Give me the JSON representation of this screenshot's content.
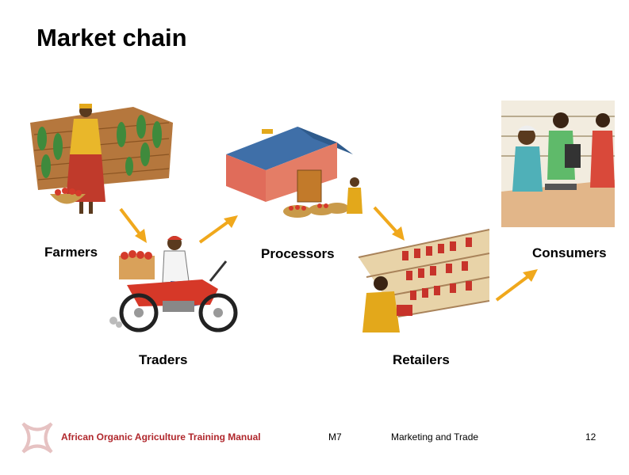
{
  "title": "Market chain",
  "stages": [
    {
      "label": "Farmers"
    },
    {
      "label": "Traders"
    },
    {
      "label": "Processors"
    },
    {
      "label": "Retailers"
    },
    {
      "label": "Consumers"
    }
  ],
  "footer": {
    "manual": "African Organic Agriculture Training Manual",
    "module": "M7",
    "topic": "Marketing and Trade",
    "page": "12"
  },
  "colors": {
    "arrow": "#f0a81c",
    "footer_brand": "#b0272c"
  }
}
